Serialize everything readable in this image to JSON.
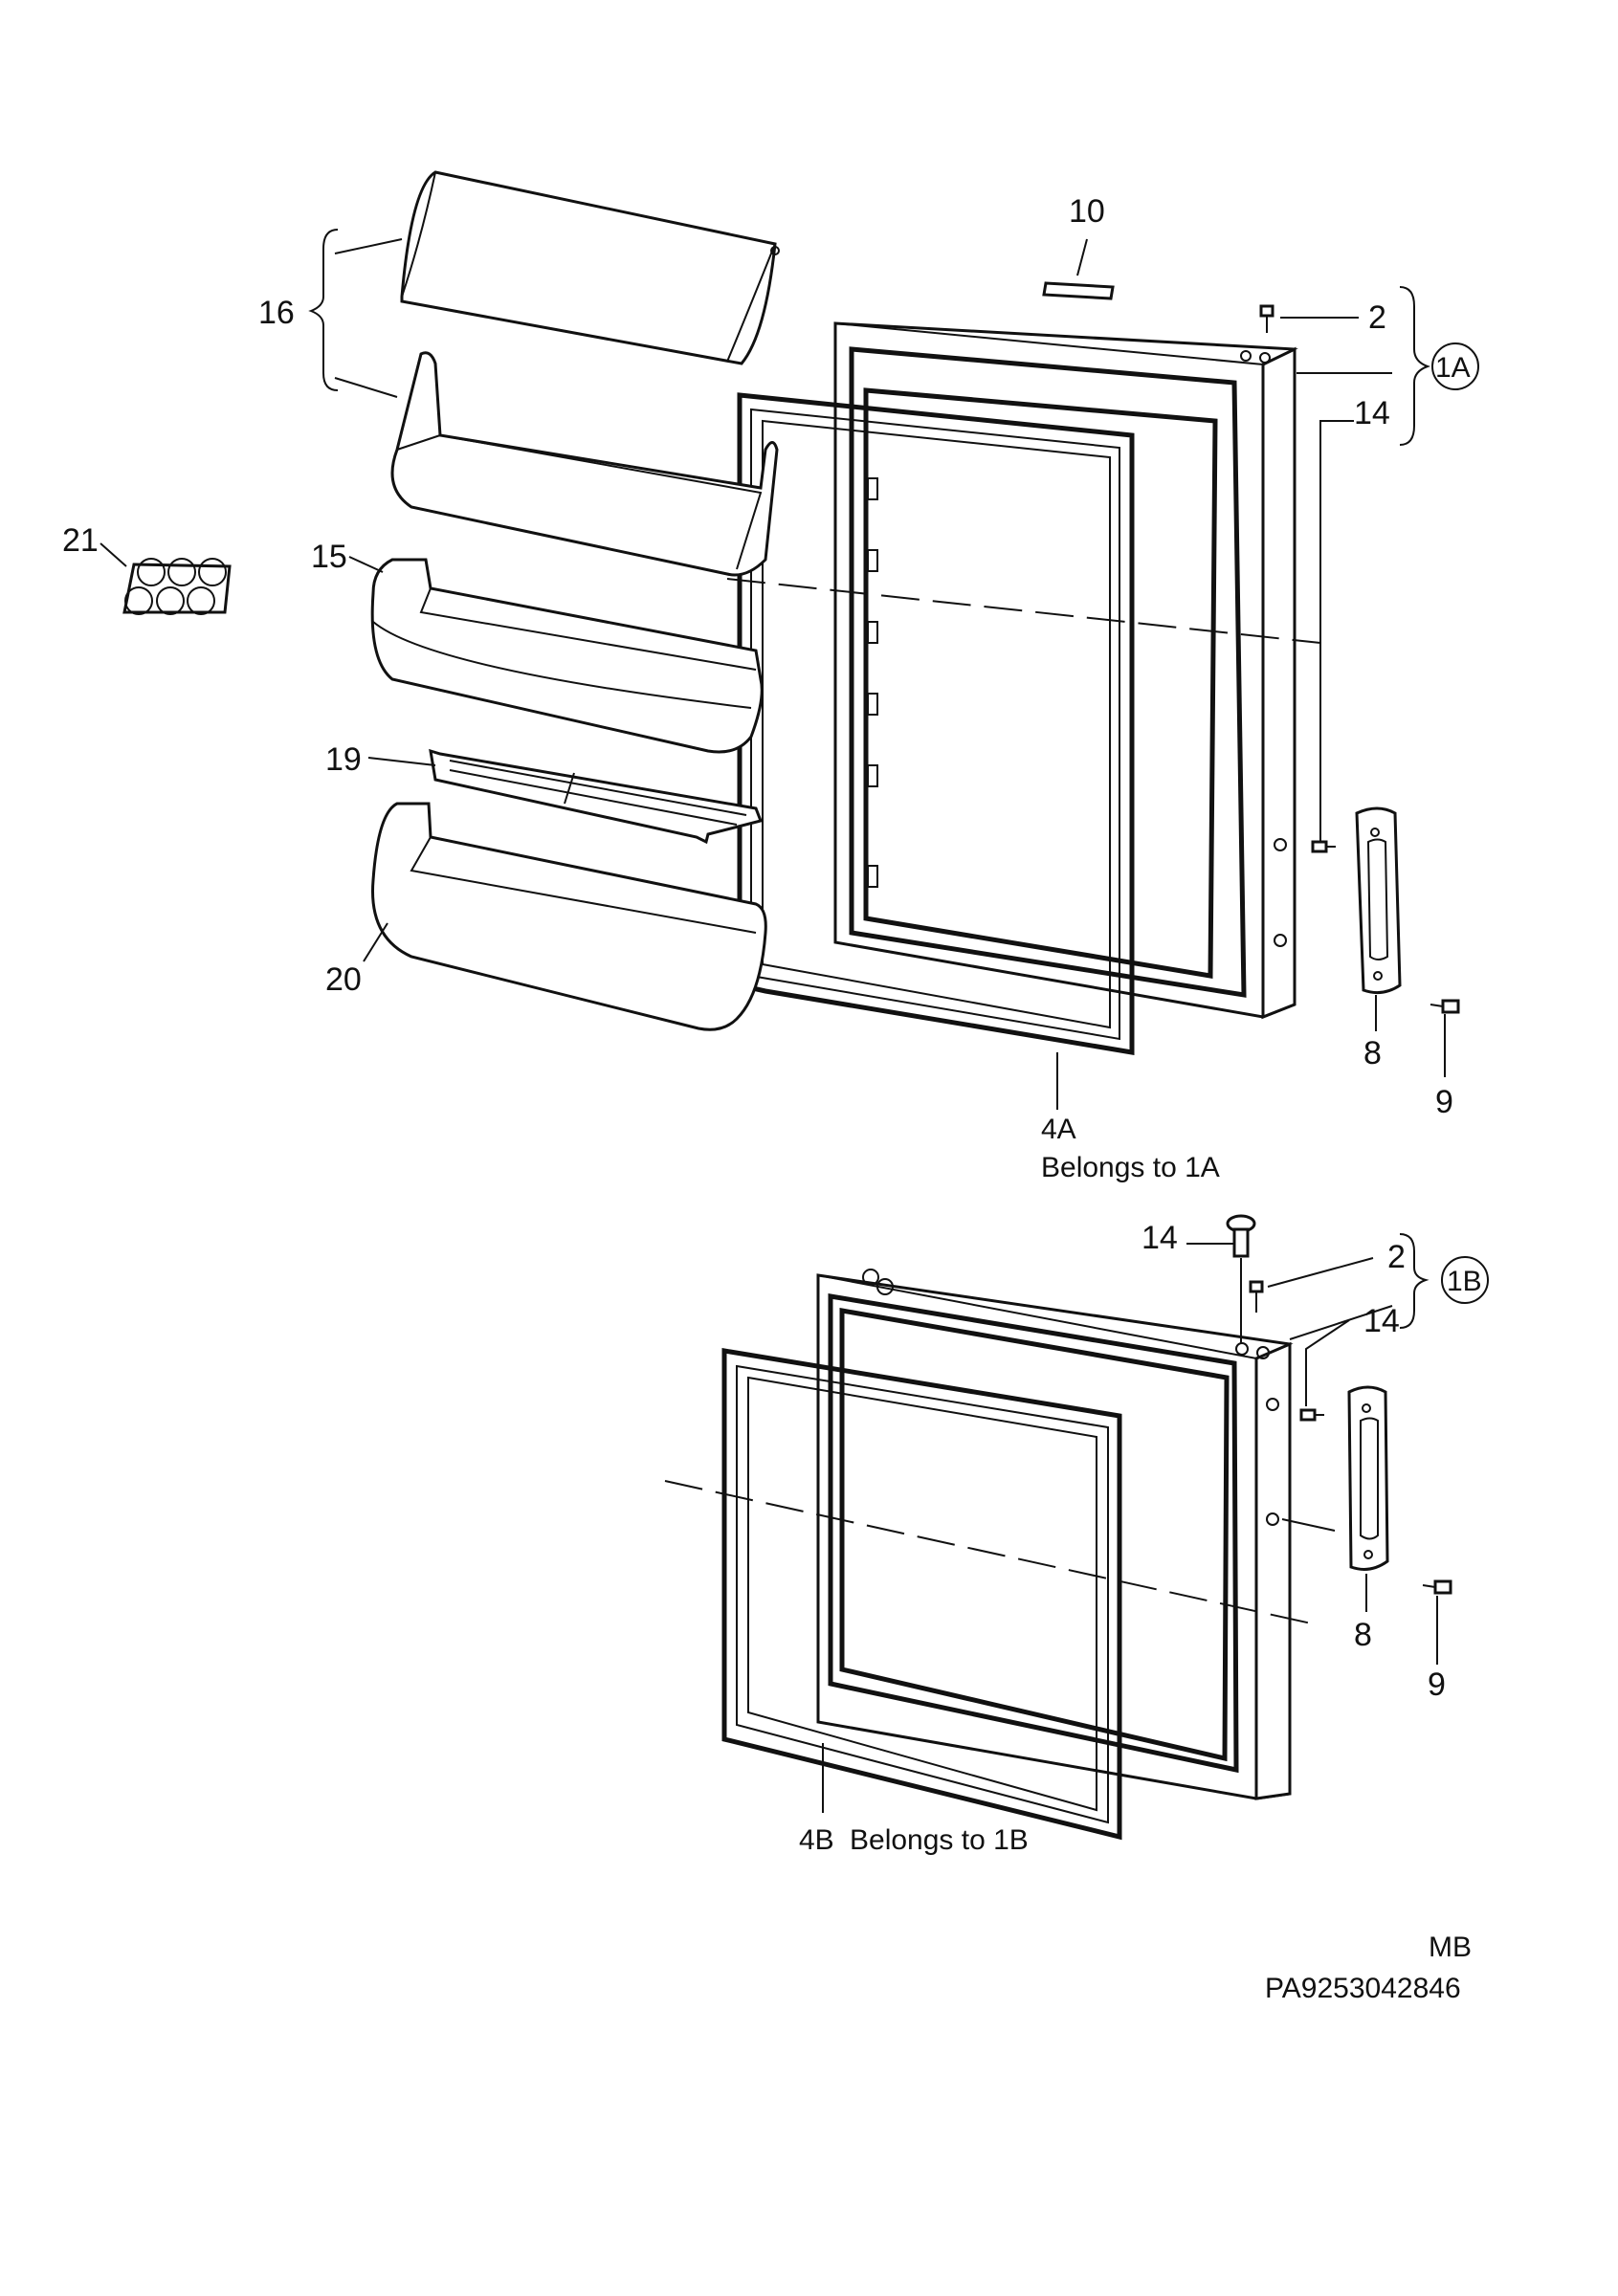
{
  "labels": {
    "l10": "10",
    "l2a": "2",
    "l1a": "1A",
    "l14a": "14",
    "l16": "16",
    "l21": "21",
    "l15": "15",
    "l19": "19",
    "l20": "20",
    "l8a": "8",
    "l9a": "9",
    "l4a": "4A",
    "l4a_note": "Belongs to 1A",
    "l14b_top": "14",
    "l2b": "2",
    "l1b": "1B",
    "l14b": "14",
    "l8b": "8",
    "l9b": "9",
    "l4b": "4B",
    "l4b_note": "Belongs to 1B",
    "mb": "MB",
    "code": "PA9253042846"
  }
}
